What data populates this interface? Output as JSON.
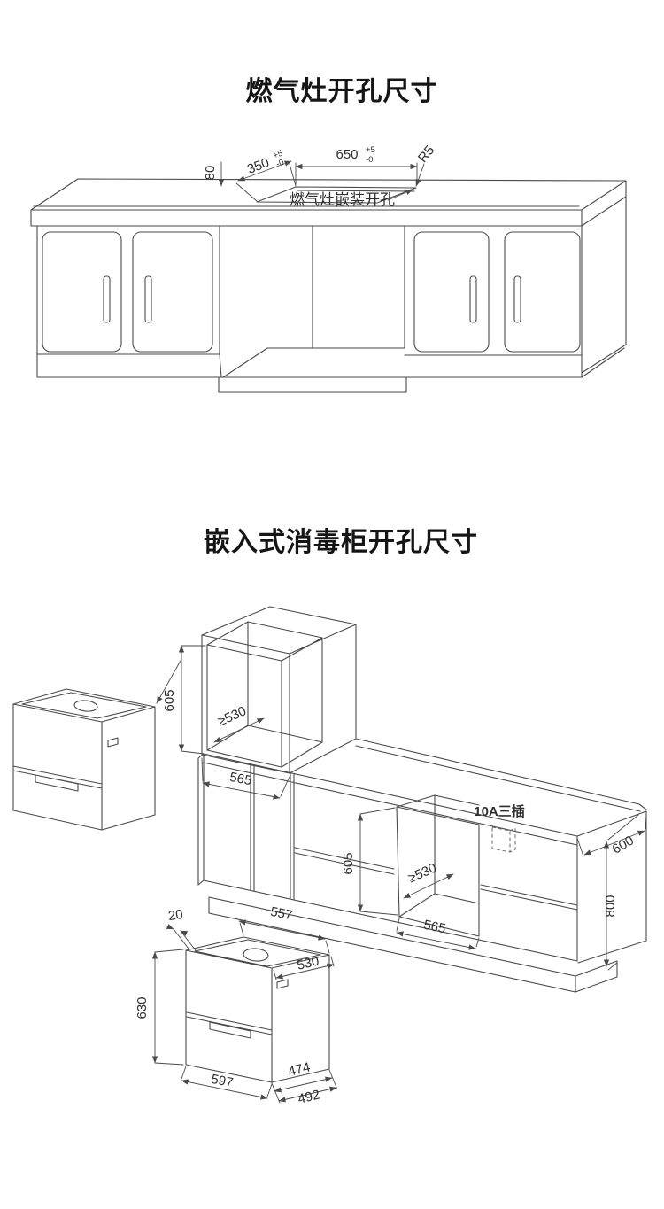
{
  "page": {
    "background": "#ffffff",
    "line_color": "#4a4a4a",
    "text_color": "#2e2e2e"
  },
  "gas_stove": {
    "title": "燃气灶开孔尺寸",
    "cutout_label": "燃气灶嵌装开孔",
    "dim_width": "650",
    "dim_width_tol_up": "+5",
    "dim_width_tol_dn": "-0",
    "dim_depth": "350",
    "dim_depth_tol_up": "+5",
    "dim_depth_tol_dn": "-0",
    "dim_back_offset": "80",
    "dim_corner_radius": "R5"
  },
  "sterilizer": {
    "title": "嵌入式消毒柜开孔尺寸",
    "socket_label": "10A三插",
    "tower_height": "605",
    "tower_depth": "≥530",
    "tower_width": "565",
    "opening_height": "605",
    "opening_depth": "≥530",
    "opening_width": "565",
    "counter_depth": "600",
    "counter_height": "800",
    "cabinet_rim": "20",
    "cabinet_top_width": "557",
    "cabinet_top_depth": "530",
    "cabinet_height": "630",
    "cabinet_bottom_depth_inner": "474",
    "cabinet_bottom_width": "597",
    "cabinet_bottom_depth_outer": "492"
  }
}
